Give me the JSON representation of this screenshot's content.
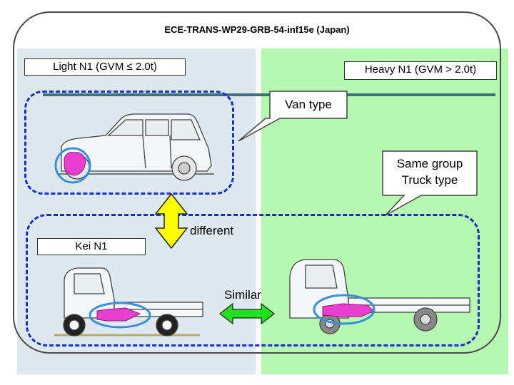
{
  "doc_id": "ECE-TRANS-WP29-GRB-54-inf15e (Japan)",
  "labels": {
    "light": "Light N1 (GVM ≤ 2.0t)",
    "heavy": "Heavy N1 (GVM > 2.0t)",
    "kei": "Kei N1"
  },
  "callouts": {
    "van": "Van type",
    "same_line1": "Same group",
    "same_line2": "Truck type"
  },
  "arrows": {
    "different": "different",
    "similar": "Similar"
  },
  "colors": {
    "dashed_group": "#1a2fc8",
    "left_panel": "#dde9ee",
    "right_panel": "#b6f7b1",
    "arrow_fill": "#ffff00",
    "exhaust_pink": "#e83fd0",
    "highlight_circle": "#3a8fe0"
  }
}
